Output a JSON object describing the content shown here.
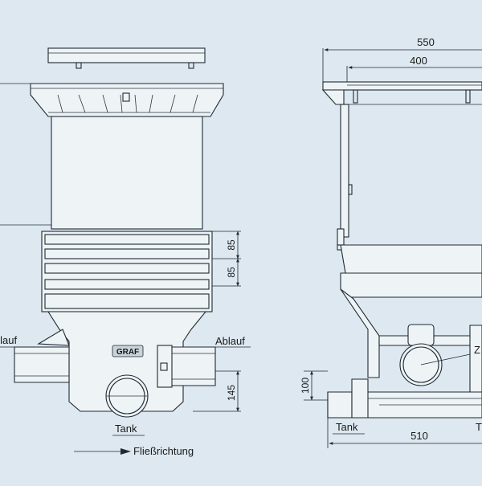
{
  "colors": {
    "background": "#dde8f0",
    "line": "#1f2a33",
    "part_fill": "#eef3f6"
  },
  "left_view": {
    "dim_ring_1": "85",
    "dim_ring_2": "85",
    "dim_height": "145",
    "label_inlet": "Zulauf",
    "label_outlet": "Ablauf",
    "label_tank": "Tank",
    "brand": "GRAF",
    "flow_label": "Fließrichtung"
  },
  "right_view": {
    "dim_top_outer": "550",
    "dim_top_inner": "400",
    "dim_height": "100",
    "dim_base": "510",
    "label_tank": "Tank",
    "label_partial_right": "T",
    "label_partial_z": "Z"
  }
}
